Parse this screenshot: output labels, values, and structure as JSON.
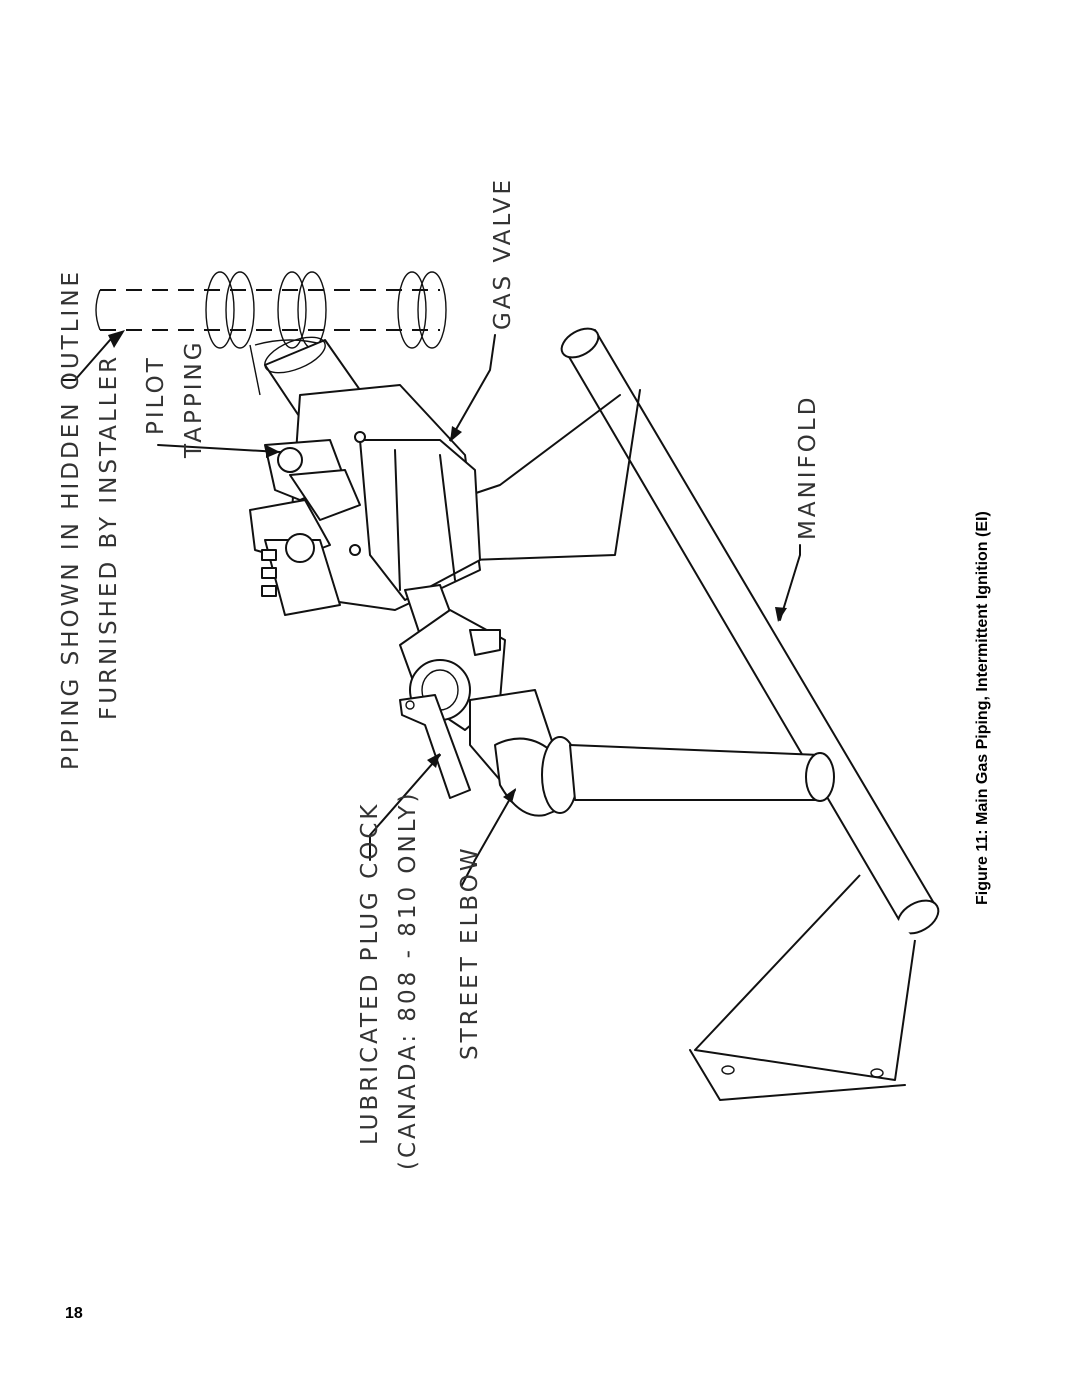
{
  "figure": {
    "caption": "Figure 11: Main Gas Piping, Intermittent Ignition (EI)",
    "labels": {
      "piping_line1": "PIPING SHOWN IN HIDDEN OUTLINE",
      "piping_line2": "FURNISHED BY INSTALLER",
      "pilot_line1": "PILOT",
      "pilot_line2": "TAPPING",
      "gas_valve": "GAS VALVE",
      "manifold": "MANIFOLD",
      "plug_cock_line1": "LUBRICATED PLUG COCK",
      "plug_cock_line2": "(CANADA: 808 - 810 ONLY)",
      "street_elbow": "STREET ELBOW"
    }
  },
  "page": {
    "number": "18"
  }
}
